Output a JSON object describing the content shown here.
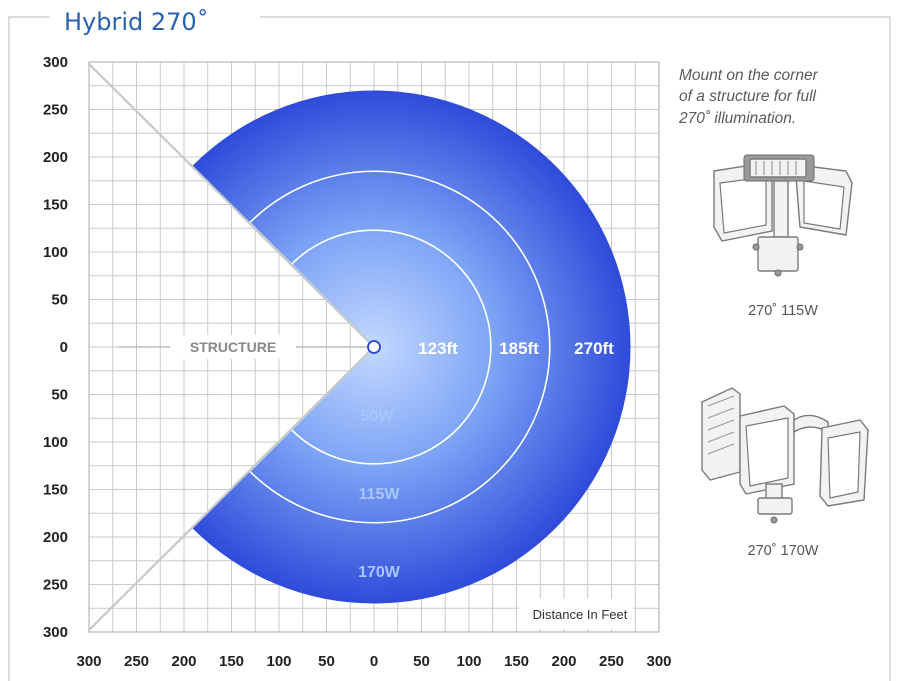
{
  "title": "Hybrid 270˚",
  "grid": {
    "y_ticks": [
      "300",
      "250",
      "200",
      "150",
      "100",
      "50",
      "0",
      "50",
      "100",
      "150",
      "200",
      "250",
      "300"
    ],
    "x_ticks": [
      "300",
      "250",
      "200",
      "150",
      "100",
      "50",
      "0",
      "50",
      "100",
      "150",
      "200",
      "250",
      "300"
    ],
    "axis_extent_ft": 300,
    "major_step_ft": 50,
    "minor_step_ft": 25
  },
  "zones": [
    {
      "watts_label": "50W",
      "range_label": "123ft",
      "radius_ft": 123
    },
    {
      "watts_label": "115W",
      "range_label": "185ft",
      "radius_ft": 185
    },
    {
      "watts_label": "170W",
      "range_label": "270ft",
      "radius_ft": 270
    }
  ],
  "coverage_angle_deg": 270,
  "structure_label": "STRUCTURE",
  "distance_label": "Distance In Feet",
  "note_lines": [
    "Mount on the corner",
    "of a structure for full",
    "270˚ illumination."
  ],
  "products": [
    {
      "caption": "270˚ 115W",
      "icon": "fixture-115w-icon"
    },
    {
      "caption": "270˚ 170W",
      "icon": "fixture-170w-icon"
    }
  ],
  "colors": {
    "title": "#2a62b0",
    "zone_center": "#b8d2ff",
    "zone_edge": "#2342d6",
    "grid": "#c9c9c9"
  }
}
